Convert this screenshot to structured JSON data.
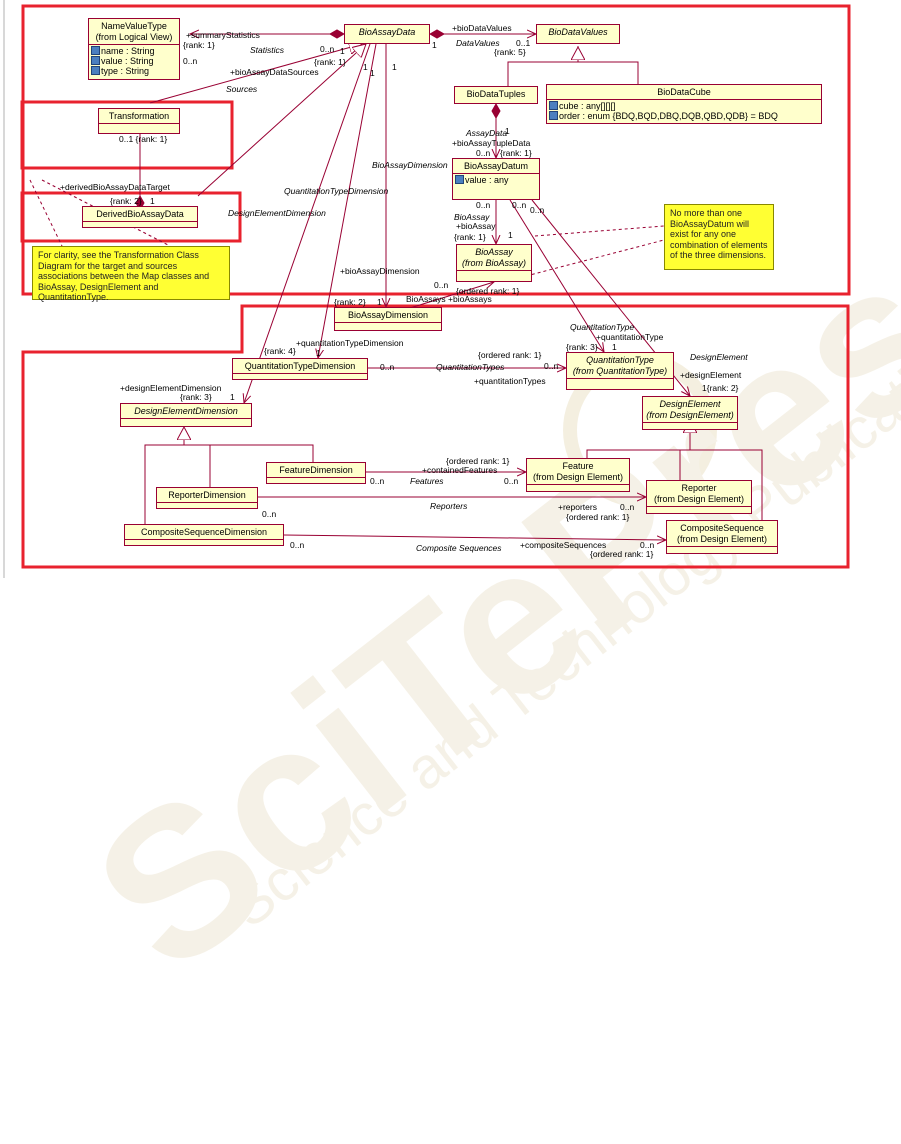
{
  "watermark": {
    "line1": "SciTePress",
    "line2": "Science and Technology Publications"
  },
  "classes": {
    "name_value_type": {
      "name": "NameValueType",
      "sub": "(from Logical View)",
      "attrs": [
        "name : String",
        "value : String",
        "type : String"
      ]
    },
    "bio_assay_data": {
      "name": "BioAssayData"
    },
    "bio_data_values": {
      "name": "BioDataValues"
    },
    "bio_data_tuples": {
      "name": "BioDataTuples"
    },
    "bio_data_cube": {
      "name": "BioDataCube",
      "attrs": [
        "cube : any[][][]",
        "order : enum {BDQ,BQD,DBQ,DQB,QBD,QDB} = BDQ"
      ]
    },
    "transformation": {
      "name": "Transformation"
    },
    "bio_assay_datum": {
      "name": "BioAssayDatum",
      "attrs": [
        "value : any"
      ]
    },
    "derived_bio_assay_data": {
      "name": "DerivedBioAssayData"
    },
    "bio_assay": {
      "name": "BioAssay",
      "sub": "(from BioAssay)"
    },
    "bio_assay_dimension": {
      "name": "BioAssayDimension"
    },
    "quantitation_type_dimension": {
      "name": "QuantitationTypeDimension"
    },
    "quantitation_type": {
      "name": "QuantitationType",
      "sub": "(from QuantitationType)"
    },
    "design_element_dimension": {
      "name": "DesignElementDimension"
    },
    "design_element": {
      "name": "DesignElement",
      "sub": "(from DesignElement)"
    },
    "feature_dimension": {
      "name": "FeatureDimension"
    },
    "feature": {
      "name": "Feature",
      "sub": "(from Design Element)"
    },
    "reporter_dimension": {
      "name": "ReporterDimension"
    },
    "reporter": {
      "name": "Reporter",
      "sub": "(from Design Element)"
    },
    "composite_sequence_dimension": {
      "name": "CompositeSequenceDimension"
    },
    "composite_sequence": {
      "name": "CompositeSequence",
      "sub": "(from Design Element)"
    }
  },
  "notes": {
    "clarity": "For clarity, see the Transformation Class Diagram for the target and sources associations between the Map classes and BioAssay, DesignElement and QuantitationType.",
    "datum": "No more than one BioAssayDatum will exist for any one combination of elements of the three dimensions."
  },
  "labels": {
    "summary_statistics": "+summaryStatistics",
    "rank1_a": "{rank: 1}",
    "statistics": "Statistics",
    "mult_0n_a": "0..n",
    "mult_0n_b": "0..n",
    "one_a": "1",
    "bio_data_values_role": "+bioDataValues",
    "data_values": "DataValues",
    "mult_01": "0..1",
    "rank5": "{rank: 5}",
    "one_b": "1",
    "bio_assay_data_sources": "+bioAssayDataSources",
    "rank1_b": "{rank: 1}",
    "sources": "Sources",
    "one_c": "1",
    "one_d": "1",
    "one_e": "1",
    "mult_01_rank1": "0..1 {rank: 1}",
    "derived_target": "+derivedBioAssayDataTarget",
    "rank2_a": "{rank: 2}",
    "one_f": "1",
    "assay_data": "AssayData",
    "bio_assay_tuple_data": "+bioAssayTupleData",
    "mult_0n_c": "0..n",
    "rank1_c": "{rank: 1}",
    "one_g": "1",
    "bio_assay_dimension_role_it": "BioAssayDimension",
    "quantitation_type_dimension_it": "QuantitationTypeDimension",
    "design_element_dimension_it": "DesignElementDimension",
    "mult_0n_d": "0..n",
    "mult_0n_e": "0..n",
    "mult_0n_f": "0..n",
    "bio_assay_it": "BioAssay",
    "bio_assay_role": "+bioAssay",
    "rank1_d": "{rank: 1}",
    "one_h": "1",
    "bio_assay_dimension_role": "+bioAssayDimension",
    "mult_0n_g": "0..n",
    "ordered_rank1_a": "{ordered rank: 1}",
    "bio_assays_overlap": "BioAssays +bioAssays",
    "rank2_b": "{rank: 2}",
    "one_i": "1",
    "quantitation_type_dimension_role": "+quantitationTypeDimension",
    "rank4": "{rank: 4}",
    "one_j": "1",
    "quantitation_type_it": "QuantitationType",
    "quantitation_type_role": "+quantitationType",
    "rank3_a": "{rank: 3}",
    "one_k": "1",
    "ordered_rank1_b": "{ordered rank: 1}",
    "quantitation_types_it": "QuantitationTypes",
    "mult_0n_h": "0..n",
    "mult_0n_i": "0..n",
    "quantitation_types_role": "+quantitationTypes",
    "design_element_it": "DesignElement",
    "design_element_role": "+designElement",
    "rank2_c": "1{rank: 2}",
    "design_element_dimension_role": "+designElementDimension",
    "rank3_b": "{rank: 3}",
    "one_l": "1",
    "ordered_rank1_c": "{ordered rank: 1}",
    "contained_features": "+containedFeatures",
    "mult_0n_j": "0..n",
    "features_it": "Features",
    "mult_0n_k": "0..n",
    "mult_0n_l": "0..n",
    "reporters_it": "Reporters",
    "reporters_role": "+reporters",
    "mult_0n_m": "0..n",
    "ordered_rank1_d": "{ordered rank: 1}",
    "mult_0n_n": "0..n",
    "composite_sequences_it": "Composite Sequences",
    "composite_sequences_role": "+compositeSequences",
    "mult_0n_o": "0..n",
    "ordered_rank1_e": "{ordered rank: 1}"
  },
  "colors": {
    "frame": "#e8222e",
    "line": "#990033",
    "class_fill": "#ffffcc",
    "note_fill": "#ffff33",
    "watermark": "#ece3c8"
  }
}
